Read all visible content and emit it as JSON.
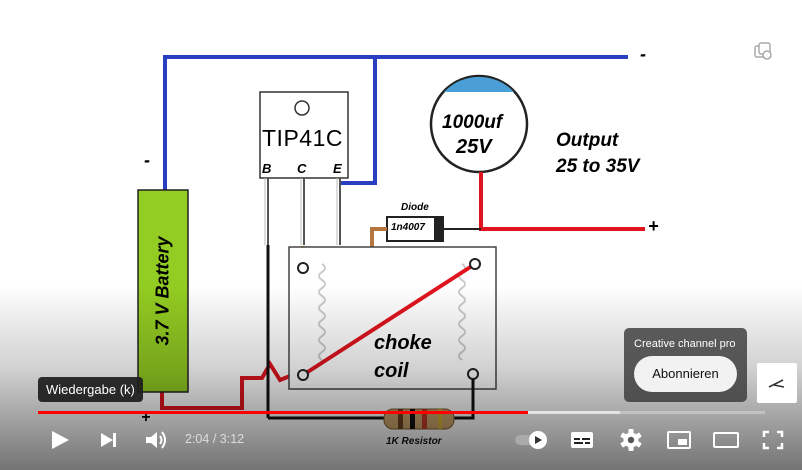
{
  "circuit": {
    "transistor_label": "TIP41C",
    "pin_b": "B",
    "pin_c": "C",
    "pin_e": "E",
    "capacitor_value": "1000uf",
    "capacitor_voltage": "25V",
    "output_label": "Output",
    "output_range": "25 to 35V",
    "diode_title": "Diode",
    "diode_part": "1n4007",
    "battery_label": "3.7 V Battery",
    "choke_line1": "choke",
    "choke_line2": "coil",
    "resistor_label": "1K Resistor",
    "minus_top": "-",
    "minus_battery": "-",
    "plus_output": "+",
    "plus_battery": "+"
  },
  "player": {
    "tooltip": "Wiedergabe (k)",
    "current_time": "2:04",
    "duration": "3:12",
    "time_separator": " / ",
    "progress_played_fraction": 0.674,
    "progress_loaded_fraction": 0.8
  },
  "channel_card": {
    "name": "Creative channel pro",
    "subscribe_label": "Abonnieren"
  },
  "icons": {
    "play": "play-icon",
    "next": "next-icon",
    "volume": "volume-icon",
    "autoplay": "autoplay-toggle-icon",
    "subtitles": "subtitles-icon",
    "settings": "gear-icon",
    "miniplayer": "miniplayer-icon",
    "theater": "theater-mode-icon",
    "fullscreen": "fullscreen-icon"
  },
  "colors": {
    "wire_blue": "#2a3ec2",
    "wire_red": "#e0141e",
    "battery_green": "#93cc22",
    "progress_red": "#ff0000"
  }
}
